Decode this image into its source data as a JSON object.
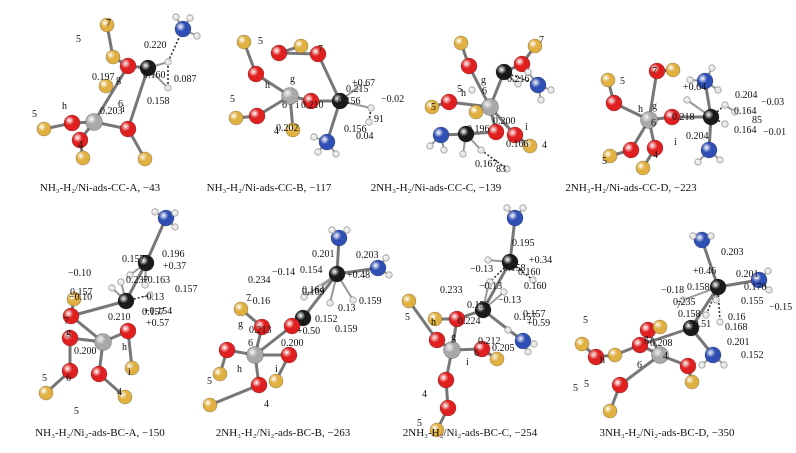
{
  "colors": {
    "N": "#2f4fb4",
    "C": "#1a1a1a",
    "O": "#e02020",
    "Ni": "#a8a8a8",
    "H": "#e8e8e8",
    "S": "#e0b040",
    "bond": "#777777"
  },
  "panels": [
    {
      "caption": "NH₃-H₂/Ni-ads-CC-A, −43",
      "labels": [
        "0.220",
        "0.197",
        "0.160",
        "0.087",
        "0.158",
        "0.203",
        "5",
        "7",
        "6",
        "h",
        "g",
        "i",
        "5",
        "4"
      ]
    },
    {
      "caption": "NH₃-H₂/Ni-ads-CC-B, −117",
      "labels": [
        "5",
        "7",
        "h",
        "g",
        "6",
        "i",
        "5",
        "4",
        "0.215",
        "+0.67",
        "0.210",
        "0.156",
        "−0.02",
        "0.202",
        "0.156",
        "91",
        "0.04"
      ]
    },
    {
      "caption": "2NH₃-H₂/Ni-ads-CC-C, −139",
      "labels": [
        "5",
        "7",
        "g",
        "h",
        "6",
        "0.216",
        "5",
        "0.196",
        "0.200",
        "i",
        "0.166",
        "4",
        "0.167",
        "83"
      ]
    },
    {
      "caption": "2NH₃-H₂/Ni-ads-CC-D, −223",
      "labels": [
        "5",
        "7",
        "g",
        "+0.64",
        "0.204",
        "0.164",
        "−0.03",
        "h",
        "0.218",
        "85",
        "6",
        "0.164",
        "−0.01",
        "i",
        "5",
        "4",
        "0.204"
      ]
    },
    {
      "caption": "NH₃-H₂/Ni₂-ads-BC-A, −150",
      "labels": [
        "0.196",
        "0.157",
        "+0.37",
        "−0.10",
        "0.237",
        "+0.163",
        "0.157",
        "0.157",
        "−0.13",
        "−0.10",
        "+0.154",
        "0.157",
        "7",
        "+0.57",
        "g",
        "0.210",
        "0.200",
        "6",
        "h",
        "i",
        "4",
        "5",
        "5"
      ]
    },
    {
      "caption": "2NH₃-H₂/Ni₂-ads-BC-B, −263",
      "labels": [
        "0.201",
        "0.203",
        "0.154",
        "+0.48",
        "−0.14",
        "0.234",
        "0.169",
        "0.164",
        "0.159",
        "−0.16",
        "7",
        "0.13",
        "0.152",
        "g",
        "0.213",
        "+0.50",
        "0.159",
        "6",
        "0.200",
        "h",
        "i",
        "4",
        "5"
      ]
    },
    {
      "caption": "2NH₃-H₂/Ni₂-ads-BC-C, −254",
      "labels": [
        "0.195",
        "+0.34",
        "−0.13",
        "0.158",
        "0.160",
        "0.160",
        "0.233",
        "−0.13",
        "−0.13",
        "0.156",
        "0.157",
        "0.224",
        "0.157",
        "+0.59",
        "0.212",
        "0.205",
        "5",
        "h",
        "g",
        "6",
        "i",
        "4",
        "5"
      ]
    },
    {
      "caption": "3NH₃-H₂/Ni₂-ads-BC-D, −350",
      "labels": [
        "0.203",
        "+0.46",
        "0.201",
        "0.158",
        "0.170",
        "−0.18",
        "0.235",
        "0.155",
        "−0.15",
        "7",
        "0.158",
        "0.16",
        "+0.51",
        "0.168",
        "5",
        "g",
        "0.208",
        "0.201",
        "0.152",
        "h",
        "6",
        "4",
        "5",
        "5"
      ]
    }
  ]
}
